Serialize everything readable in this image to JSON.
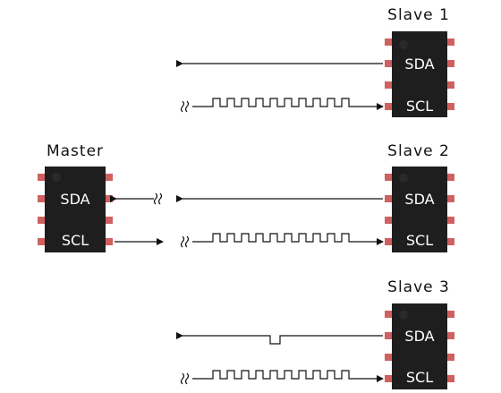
{
  "master": {
    "title": "Master",
    "pin_top": "SDA",
    "pin_bottom": "SCL"
  },
  "slaves": [
    {
      "title": "Slave 1",
      "pin_top": "SDA",
      "pin_bottom": "SCL"
    },
    {
      "title": "Slave 2",
      "pin_top": "SDA",
      "pin_bottom": "SCL"
    },
    {
      "title": "Slave 3",
      "pin_top": "SDA",
      "pin_bottom": "SCL"
    }
  ],
  "colors": {
    "chip_body": "#1e1e1e",
    "pin": "#d06060",
    "notch": "#2a2a2a",
    "wire": "#111111"
  }
}
